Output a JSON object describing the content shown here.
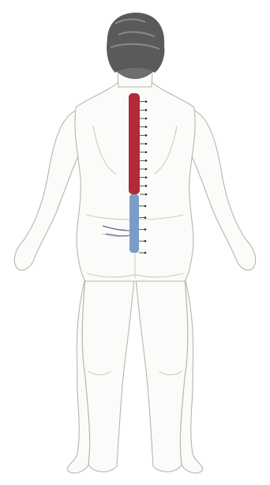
{
  "figure": {
    "subject": "human-body-posterior-view",
    "colors": {
      "background": "#ffffff",
      "body_fill": "#fbfbf9",
      "body_outline": "#b9b5ad",
      "hair": "#5a5a5a",
      "spinal_upper": "#b3283a",
      "spinal_lower": "#7b9cc6",
      "vertebra_marks": "#2e2e2e"
    },
    "spine": {
      "upper_segments": 12,
      "lower_segments": 5
    }
  }
}
